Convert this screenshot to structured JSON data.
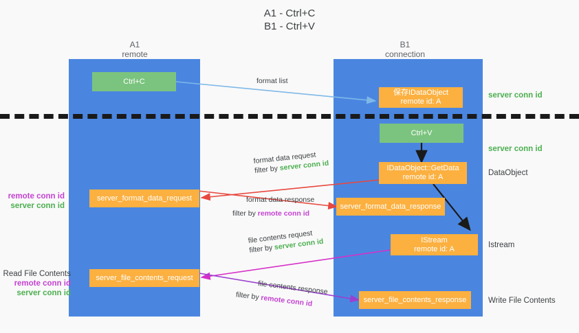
{
  "title": {
    "line1": "A1 - Ctrl+C",
    "line2": "B1 - Ctrl+V"
  },
  "lanes": [
    {
      "name": "A1",
      "sub": "remote"
    },
    {
      "name": "B1",
      "sub": "connection"
    }
  ],
  "boxes": {
    "ctrl_c": {
      "label": "Ctrl+C"
    },
    "ctrl_v": {
      "label": "Ctrl+V"
    },
    "save_dataobject": {
      "line1": "保存IDataObject",
      "line2": "remote id: A"
    },
    "getdata": {
      "line1": "IDataObject::GetData",
      "line2": "remote id: A"
    },
    "istream": {
      "line1": "IStream",
      "line2": "remote id: A"
    },
    "server_format_data_request": {
      "label": "server_format_data_request"
    },
    "server_format_data_response": {
      "label": "server_format_data_response"
    },
    "server_file_contents_request": {
      "label": "server_file_contents_request"
    },
    "server_file_contents_response": {
      "label": "server_file_contents_response"
    }
  },
  "right_annotations": [
    {
      "text": "server conn id",
      "kind": "green"
    },
    {
      "text": "server conn id",
      "kind": "green"
    },
    {
      "text": "DataObject",
      "kind": "plain"
    },
    {
      "text": "Istream",
      "kind": "plain"
    },
    {
      "text": "Write File Contents",
      "kind": "plain"
    }
  ],
  "left_annotations": {
    "block1": {
      "line1": "remote conn id",
      "line2": "server conn id"
    },
    "block2": {
      "title": "Read File Contents",
      "line1": "remote conn id",
      "line2": "server conn id"
    }
  },
  "edge_labels": {
    "format_list": {
      "line1": "format list"
    },
    "format_data_request": {
      "line1": "format data request",
      "filter_prefix": "filter by ",
      "filter_kw": "server conn id"
    },
    "format_data_response": {
      "line1": "format data response",
      "filter_prefix": "filter by ",
      "filter_kw": "remote conn id"
    },
    "file_contents_request": {
      "line1": "file contents request",
      "filter_prefix": "filter by ",
      "filter_kw": "server conn id"
    },
    "file_contents_response": {
      "line1": "file contents response",
      "filter_prefix": "filter by ",
      "filter_kw": "remote conn id"
    }
  },
  "colors": {
    "lane": "#4a86e0",
    "green_box": "#7bc47f",
    "orange_box": "#fbb040",
    "arrow_light_blue": "#7eb8e8",
    "arrow_red": "#e8483f",
    "arrow_magenta": "#d630c8",
    "arrow_purple": "#9c3fd0",
    "arrow_black": "#1a1a1a",
    "keyword_green": "#4caf50",
    "keyword_purple": "#c442d1",
    "background": "#f9f9f9"
  }
}
